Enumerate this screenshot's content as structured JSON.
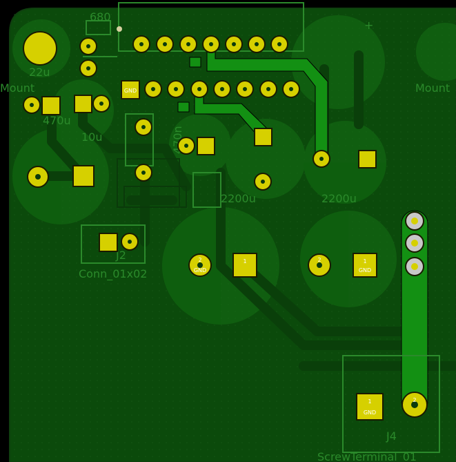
{
  "colors": {
    "background": "#000000",
    "board": "#0b4a0b",
    "dark_copper": "#0a5a0a",
    "fab": "#1b6f1b",
    "silk": "#2b8a2b",
    "pad": "#d6d000",
    "pad_ring": "#1a1a00",
    "drill": "#0c3a0c",
    "front_trace": "#139013",
    "slot_pad": "#c8c8c8",
    "edge": "#0f3f0f"
  },
  "labels": {
    "r_680": "680",
    "c_22u": "22u",
    "c_470u": "470u",
    "c_10u": "10u",
    "c_470n": "470n",
    "c_2200u": "2200u",
    "c_2200u_b": "2200u",
    "mount_left": "Mount",
    "mount_right": "Mount",
    "conn_left": "Conn_01x02",
    "conn_j2": "J2",
    "screw_terminal": "ScrewTerminal_01",
    "conn_j4": "J4",
    "plus": "+",
    "pad_gnd": "GND",
    "pad_1": "1",
    "pad_2": "2"
  }
}
